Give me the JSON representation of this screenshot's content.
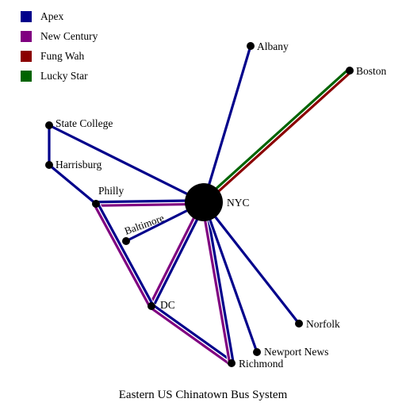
{
  "legend": {
    "items": [
      {
        "label": "Apex",
        "color": "#00008b"
      },
      {
        "label": "New Century",
        "color": "#800080"
      },
      {
        "label": "Fung Wah",
        "color": "#8b0000"
      },
      {
        "label": "Lucky Star",
        "color": "#006400"
      }
    ]
  },
  "nodes": [
    {
      "id": "albany",
      "label": "Albany"
    },
    {
      "id": "boston",
      "label": "Boston"
    },
    {
      "id": "state_college",
      "label": "State College"
    },
    {
      "id": "harrisburg",
      "label": "Harrisburg"
    },
    {
      "id": "philly",
      "label": "Philly"
    },
    {
      "id": "nyc",
      "label": "NYC"
    },
    {
      "id": "baltimore",
      "label": "Baltimore"
    },
    {
      "id": "dc",
      "label": "DC"
    },
    {
      "id": "norfolk",
      "label": "Norfolk"
    },
    {
      "id": "newport_news",
      "label": "Newport News"
    },
    {
      "id": "richmond",
      "label": "Richmond"
    }
  ],
  "edges": [
    {
      "from": "nyc",
      "to": "albany",
      "lines": [
        "Apex"
      ]
    },
    {
      "from": "nyc",
      "to": "boston",
      "lines": [
        "Lucky Star",
        "Fung Wah"
      ]
    },
    {
      "from": "nyc",
      "to": "state_college",
      "lines": [
        "Apex"
      ]
    },
    {
      "from": "state_college",
      "to": "harrisburg",
      "lines": [
        "Apex"
      ]
    },
    {
      "from": "harrisburg",
      "to": "philly",
      "lines": [
        "Apex"
      ]
    },
    {
      "from": "philly",
      "to": "nyc",
      "lines": [
        "Apex",
        "New Century"
      ]
    },
    {
      "from": "baltimore",
      "to": "nyc",
      "lines": [
        "Apex"
      ]
    },
    {
      "from": "nyc",
      "to": "dc",
      "lines": [
        "Apex",
        "New Century"
      ]
    },
    {
      "from": "philly",
      "to": "dc",
      "lines": [
        "Apex",
        "New Century"
      ]
    },
    {
      "from": "dc",
      "to": "richmond",
      "lines": [
        "Apex",
        "New Century"
      ]
    },
    {
      "from": "nyc",
      "to": "richmond",
      "lines": [
        "Apex",
        "New Century"
      ]
    },
    {
      "from": "nyc",
      "to": "newport_news",
      "lines": [
        "Apex"
      ]
    },
    {
      "from": "nyc",
      "to": "norfolk",
      "lines": [
        "Apex"
      ]
    }
  ],
  "caption": "Eastern US Chinatown Bus System"
}
